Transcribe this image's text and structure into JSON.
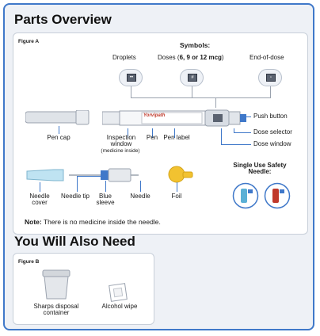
{
  "parts_overview": {
    "title": "Parts Overview",
    "figure_label": "Figure A",
    "symbols_heading": "Symbols:",
    "symbols": [
      {
        "label": "Droplets",
        "glyph": "droplet-window-icon"
      },
      {
        "label_prefix": "Doses (",
        "label_bold": "6, 9 or 12 mcg",
        "label_suffix": ")",
        "glyph": "dose-window-icon"
      },
      {
        "label": "End-of-dose",
        "glyph": "end-of-dose-window-icon"
      }
    ],
    "pen_brand": "Yorvipath",
    "pen_labels": {
      "pen_cap": "Pen cap",
      "inspection_window": "Inspection window",
      "medicine_inside": "(medicine inside)",
      "pen": "Pen",
      "pen_label": "Pen label",
      "push_button": "Push button",
      "dose_selector": "Dose selector",
      "dose_window": "Dose window"
    },
    "needle_labels": {
      "needle_cover": "Needle cover",
      "needle_tip": "Needle tip",
      "blue_sleeve": "Blue sleeve",
      "needle": "Needle",
      "foil": "Foil"
    },
    "safety_needle": "Single Use Safety Needle:",
    "note_bold": "Note:",
    "note_text": " There is no medicine inside the needle."
  },
  "also_need": {
    "title": "You Will Also Need",
    "figure_label": "Figure B",
    "items": [
      "Sharps disposal container",
      "Alcohol wipe"
    ]
  },
  "colors": {
    "accent": "#3f78c9",
    "foil": "#f2c230",
    "needle_cover": "#bfe3f2",
    "background": "#eef1f6"
  }
}
